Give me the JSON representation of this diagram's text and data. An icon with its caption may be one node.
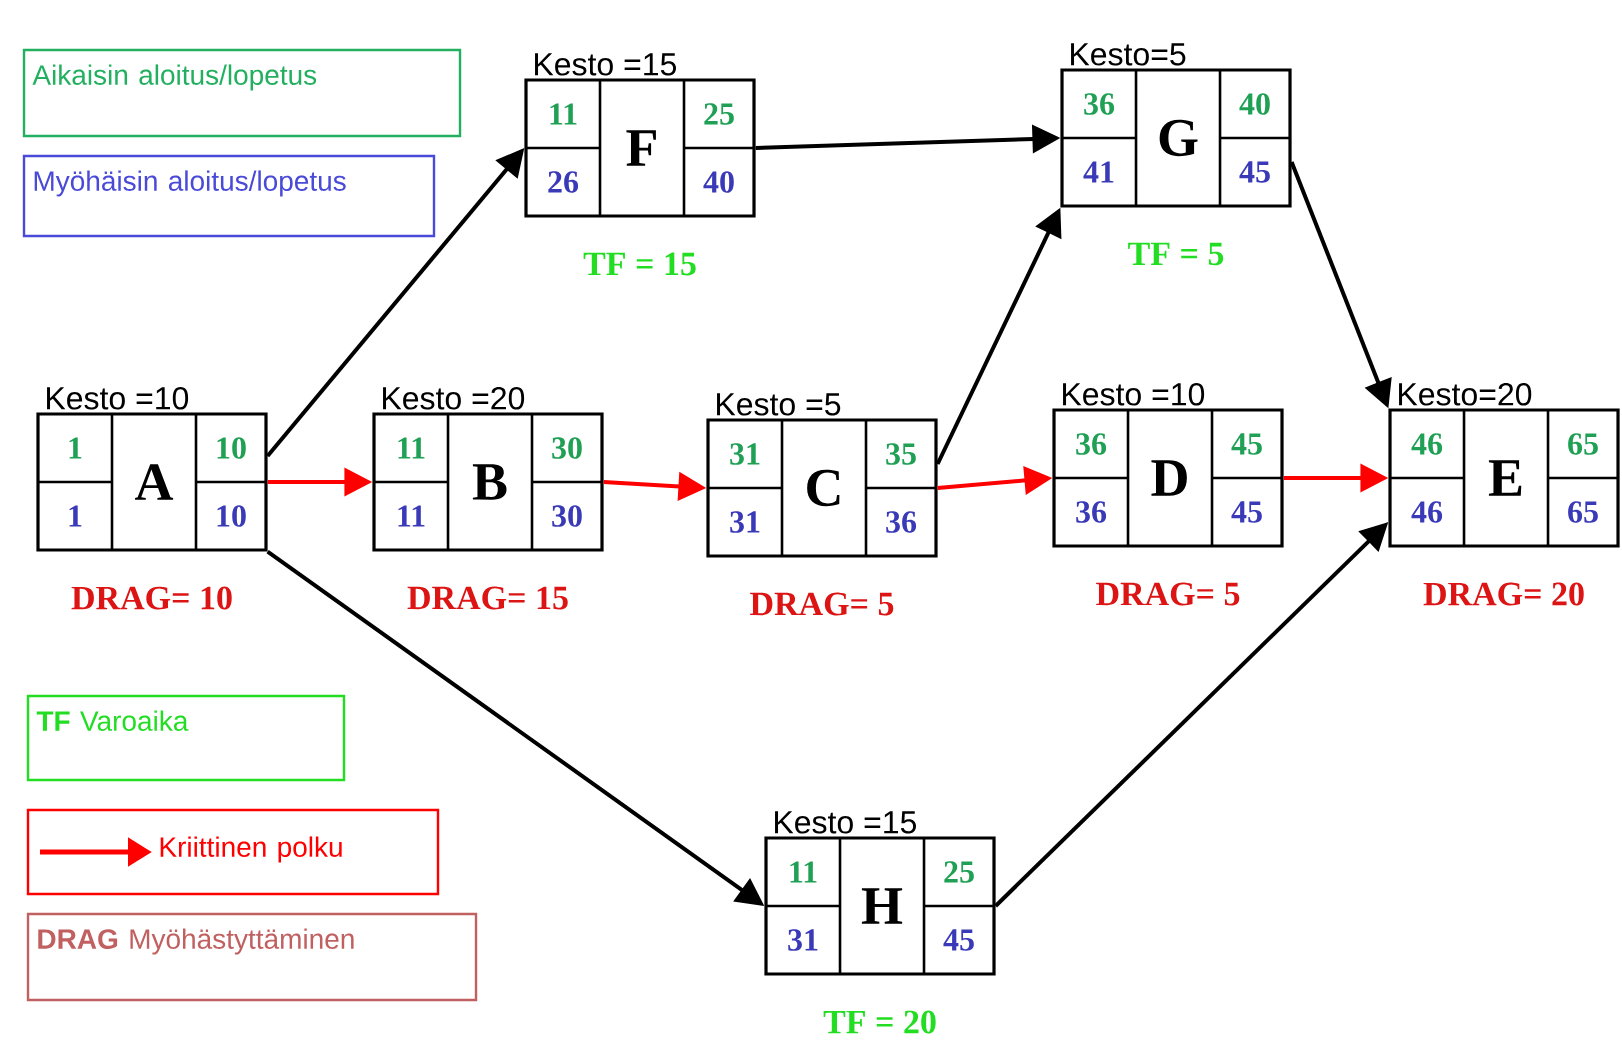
{
  "diagram": {
    "nodes": [
      {
        "text": [
          "Kesto =15",
          "11",
          "F",
          "25",
          "26",
          "40"
        ],
        "beside": [
          "TF = 15"
        ]
      },
      {
        "text": [
          "Kesto=5",
          "36",
          "G",
          "40",
          "41",
          "45"
        ],
        "beside": [
          "TF = 5"
        ]
      },
      {
        "text": [
          "Kesto =10",
          "1",
          "A",
          "10",
          "1",
          "10"
        ],
        "beside": [
          "DRAG= 10"
        ]
      },
      {
        "text": [
          "Kesto =20",
          "11",
          "B",
          "30",
          "11",
          "30"
        ],
        "beside": [
          "DRAG= 15"
        ]
      },
      {
        "text": [
          "Kesto =5",
          "31",
          "C",
          "35",
          "31",
          "36"
        ],
        "beside": [
          "DRAG= 5"
        ]
      },
      {
        "text": [
          "Kesto =10",
          "36",
          "D",
          "45",
          "36",
          "45"
        ],
        "beside": [
          "DRAG= 5"
        ]
      },
      {
        "text": [
          "Kesto=20",
          "46",
          "E",
          "65",
          "46",
          "65"
        ],
        "beside": [
          "DRAG= 20"
        ]
      },
      {
        "text": [
          "Kesto =15",
          "11",
          "H",
          "25",
          "31",
          "45"
        ],
        "beside": [
          "TF = 20"
        ]
      }
    ],
    "edges": [
      {
        "from": 2,
        "to": 3,
        "arrow": "to",
        "color": "#ff0000"
      },
      {
        "from": 2,
        "to": 0,
        "arrow": "to"
      },
      {
        "from": 2,
        "to": 7,
        "arrow": "to"
      },
      {
        "from": 3,
        "to": 4,
        "arrow": "to",
        "color": "#ff0000"
      },
      {
        "from": 0,
        "to": 1,
        "arrow": "to"
      },
      {
        "from": 4,
        "to": 5,
        "arrow": "to",
        "color": "#ff0000"
      },
      {
        "from": 4,
        "to": 1,
        "arrow": "to"
      },
      {
        "from": 5,
        "to": 6,
        "arrow": "to",
        "color": "#ff0000"
      },
      {
        "from": 1,
        "to": 6,
        "arrow": "to"
      },
      {
        "from": 7,
        "to": 6,
        "arrow": "to"
      }
    ],
    "legend": [
      {
        "text": "Aikaisin aloitus/lopetus",
        "color": "#22b060"
      },
      {
        "text": "Myöhäisin aloitus/lopetus",
        "color": "#4a4ad8"
      },
      {
        "text": "**TF** Varoaika",
        "color": "#22dd22"
      },
      {
        "text": "Kriittinen polku"
      },
      {
        "text": "**DRAG** Myöhästyttäminen",
        "color": "#c06060"
      }
    ]
  }
}
